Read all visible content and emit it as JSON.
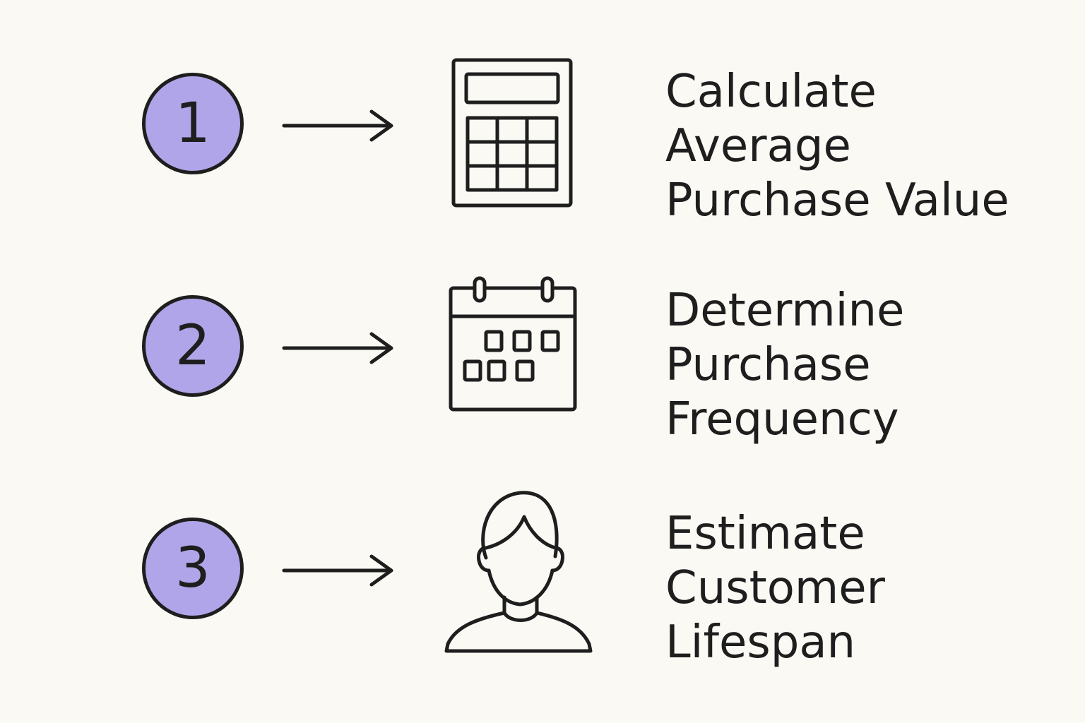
{
  "colors": {
    "background": "#fbf9f4",
    "badge_fill": "#b1a5ea",
    "ink": "#1e1e1e"
  },
  "steps": [
    {
      "number": "1",
      "icon": "calculator-icon",
      "label_lines": [
        "Calculate",
        "Average",
        "Purchase Value"
      ]
    },
    {
      "number": "2",
      "icon": "calendar-icon",
      "label_lines": [
        "Determine",
        "Purchase",
        "Frequency"
      ]
    },
    {
      "number": "3",
      "icon": "person-icon",
      "label_lines": [
        "Estimate",
        "Customer",
        "Lifespan"
      ]
    }
  ]
}
